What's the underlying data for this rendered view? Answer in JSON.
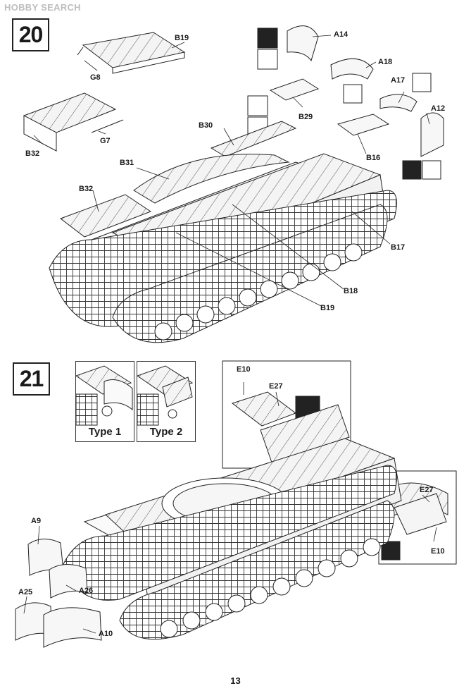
{
  "watermark": "HOBBY SEARCH",
  "page_number": "13",
  "steps": {
    "step20": {
      "number": "20",
      "labels": {
        "B19a": "B19",
        "G8": "G8",
        "B32a": "B32",
        "G7": "G7",
        "A14": "A14",
        "A18": "A18",
        "A17": "A17",
        "A12": "A12",
        "B29": "B29",
        "B30": "B30",
        "B16": "B16",
        "B31": "B31",
        "B32b": "B32",
        "B17": "B17",
        "B18": "B18",
        "B19b": "B19"
      }
    },
    "step21": {
      "number": "21",
      "variants": {
        "type1": "Type 1",
        "type2": "Type 2"
      },
      "labels": {
        "E10a": "E10",
        "E27a": "E27",
        "E27b": "E27",
        "E10b": "E10",
        "A9": "A9",
        "A26": "A26",
        "A25": "A25",
        "A10": "A10"
      }
    }
  }
}
